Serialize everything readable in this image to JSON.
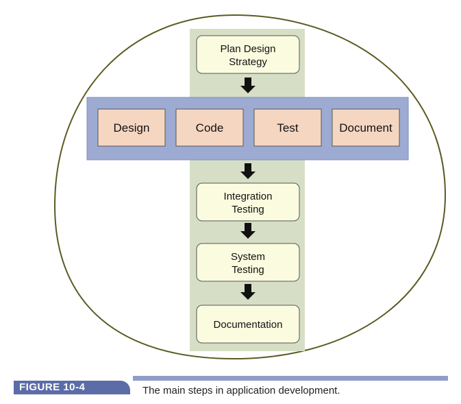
{
  "diagram": {
    "top_box": [
      "Plan Design",
      "Strategy"
    ],
    "cycle_boxes": [
      "Design",
      "Code",
      "Test",
      "Document"
    ],
    "lower_boxes": [
      [
        "Integration",
        "Testing"
      ],
      [
        "System",
        "Testing"
      ],
      [
        "Documentation"
      ]
    ],
    "colors": {
      "circle_stroke": "#5b5a22",
      "column_fill": "#d6dfc6",
      "band_fill": "#9dabd3",
      "band_stroke": "#7f8cbd",
      "cycle_box_fill": "#f5d6c1",
      "step_box_fill": "#fbfbe0",
      "arrow": "#111111"
    }
  },
  "caption": {
    "label": "FIGURE 10-4",
    "text": "The main steps in application development."
  }
}
